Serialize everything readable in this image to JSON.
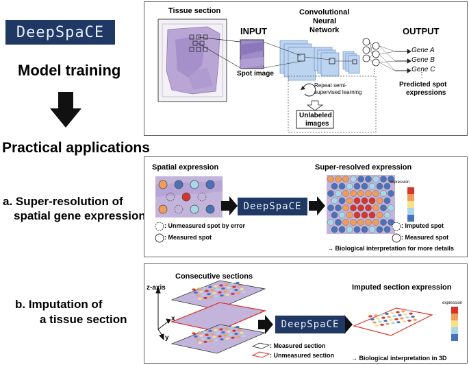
{
  "left": {
    "logo": "DeepSpaCE",
    "model_training": "Model training",
    "practical_applications": "Practical applications",
    "app_a_line1": "a.   Super-resolution of",
    "app_a_line2": "spatial gene expression",
    "app_b_line1": "b.   Imputation of",
    "app_b_line2": "a tissue section"
  },
  "panel_training": {
    "tissue_section": "Tissue section",
    "input": "INPUT",
    "spot_image": "Spot image",
    "cnn_line1": "Convolutional",
    "cnn_line2": "Neural",
    "cnn_line3": "Network",
    "output": "OUTPUT",
    "genes": [
      "Gene A",
      "Gene B",
      "Gene C"
    ],
    "ellipsis": "⋮",
    "predicted_line1": "Predicted spot",
    "predicted_line2": "expressions",
    "repeat_line1": "Repeat semi-",
    "repeat_line2": "supervised learning",
    "unlabeled_line1": "Unlabeled",
    "unlabeled_line2": "images"
  },
  "panel_super": {
    "spatial_expression": "Spatial expression",
    "logo": "DeepSpaCE",
    "super_resolved": "Super-resolved expression",
    "expression": "expression",
    "legend_unmeasured": ": Unmeasured spot by error",
    "legend_measured": ": Measured spot",
    "legend_imputed": ": Imputed spot",
    "legend_measured2": ": Measured spot",
    "interpretation": "→ Biological interpretation for more details"
  },
  "panel_impute": {
    "consecutive": "Consecutive sections",
    "z_axis": "z-axis",
    "x": "x",
    "y": "y",
    "logo": "DeepSpaCE",
    "imputed_expression": "Imputed section expression",
    "expression": "expression",
    "legend_measured": ": Measured section",
    "legend_unmeasured": ": Unmeasured section",
    "interpretation": "→ Biological interpretation in 3D"
  },
  "colors": {
    "logo_bg": "#1f3864",
    "red": "#d7352b",
    "orange": "#f29c5a",
    "light_blue": "#a8d8e8",
    "blue": "#4a72b8",
    "yellow": "#f7e08a",
    "tissue": "#b9a6d4",
    "cnn_layer": "#bcd4f0"
  }
}
